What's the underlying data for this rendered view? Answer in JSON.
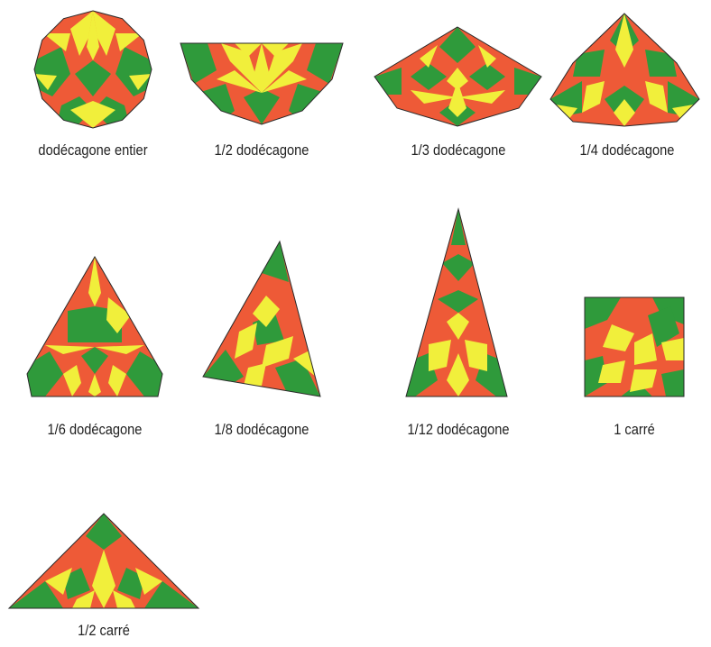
{
  "colors": {
    "red": "#ee5a37",
    "green": "#2f9a3b",
    "yellow": "#f1ef3b",
    "outline": "#2a2a2a",
    "background": "#ffffff"
  },
  "pieces": [
    {
      "id": "full",
      "caption": "dodécagone entier",
      "shape": "dodecagon"
    },
    {
      "id": "half",
      "caption": "1/2 dodécagone",
      "shape": "half-dodecagon"
    },
    {
      "id": "third",
      "caption": "1/3 dodécagone",
      "shape": "third-dodecagon"
    },
    {
      "id": "quarter",
      "caption": "1/4 dodécagone",
      "shape": "quarter-dodecagon"
    },
    {
      "id": "sixth",
      "caption": "1/6 dodécagone",
      "shape": "sixth-dodecagon"
    },
    {
      "id": "eighth",
      "caption": "1/8 dodécagone",
      "shape": "eighth-dodecagon"
    },
    {
      "id": "twelfth",
      "caption": "1/12 dodécagone",
      "shape": "twelfth-dodecagon"
    },
    {
      "id": "square",
      "caption": "1 carré",
      "shape": "square"
    },
    {
      "id": "halfsquare",
      "caption": "1/2 carré",
      "shape": "half-square"
    }
  ]
}
